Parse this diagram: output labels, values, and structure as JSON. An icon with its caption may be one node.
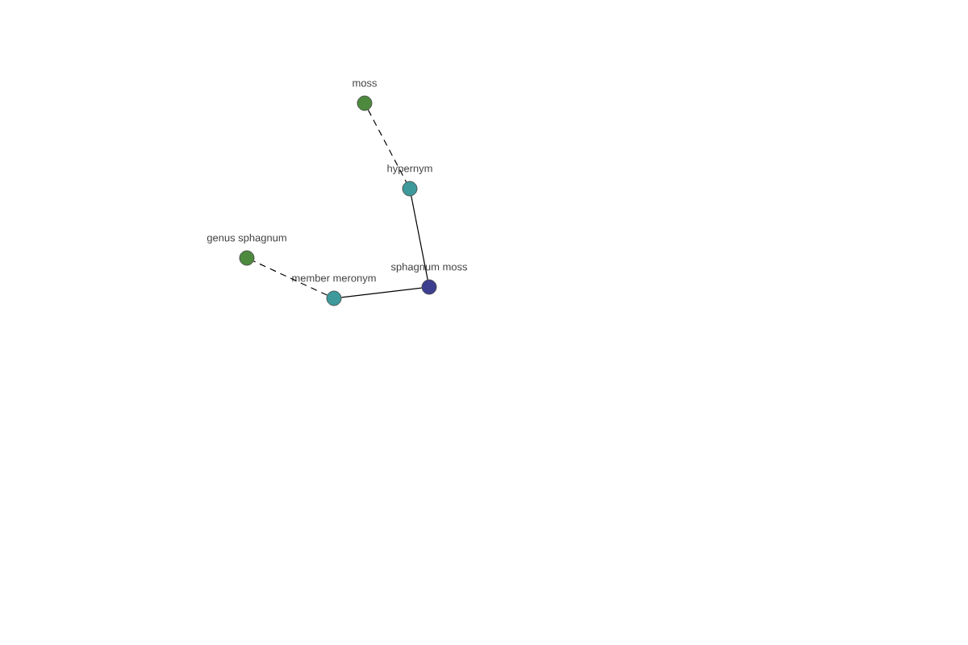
{
  "diagram": {
    "nodes": [
      {
        "text": [
          "moss"
        ]
      },
      {
        "text": [
          "hypernym"
        ]
      },
      {
        "text": [
          "sphagnum moss"
        ]
      },
      {
        "text": [
          "genus sphagnum"
        ]
      },
      {
        "text": [
          "member meronym"
        ]
      }
    ],
    "edges": [
      {
        "from": 0,
        "to": 1,
        "arrow": "none",
        "style": "dashed"
      },
      {
        "from": 1,
        "to": 2,
        "arrow": "none"
      },
      {
        "from": 2,
        "to": 4,
        "arrow": "none"
      },
      {
        "from": 4,
        "to": 3,
        "arrow": "none",
        "style": "dashed"
      }
    ]
  }
}
